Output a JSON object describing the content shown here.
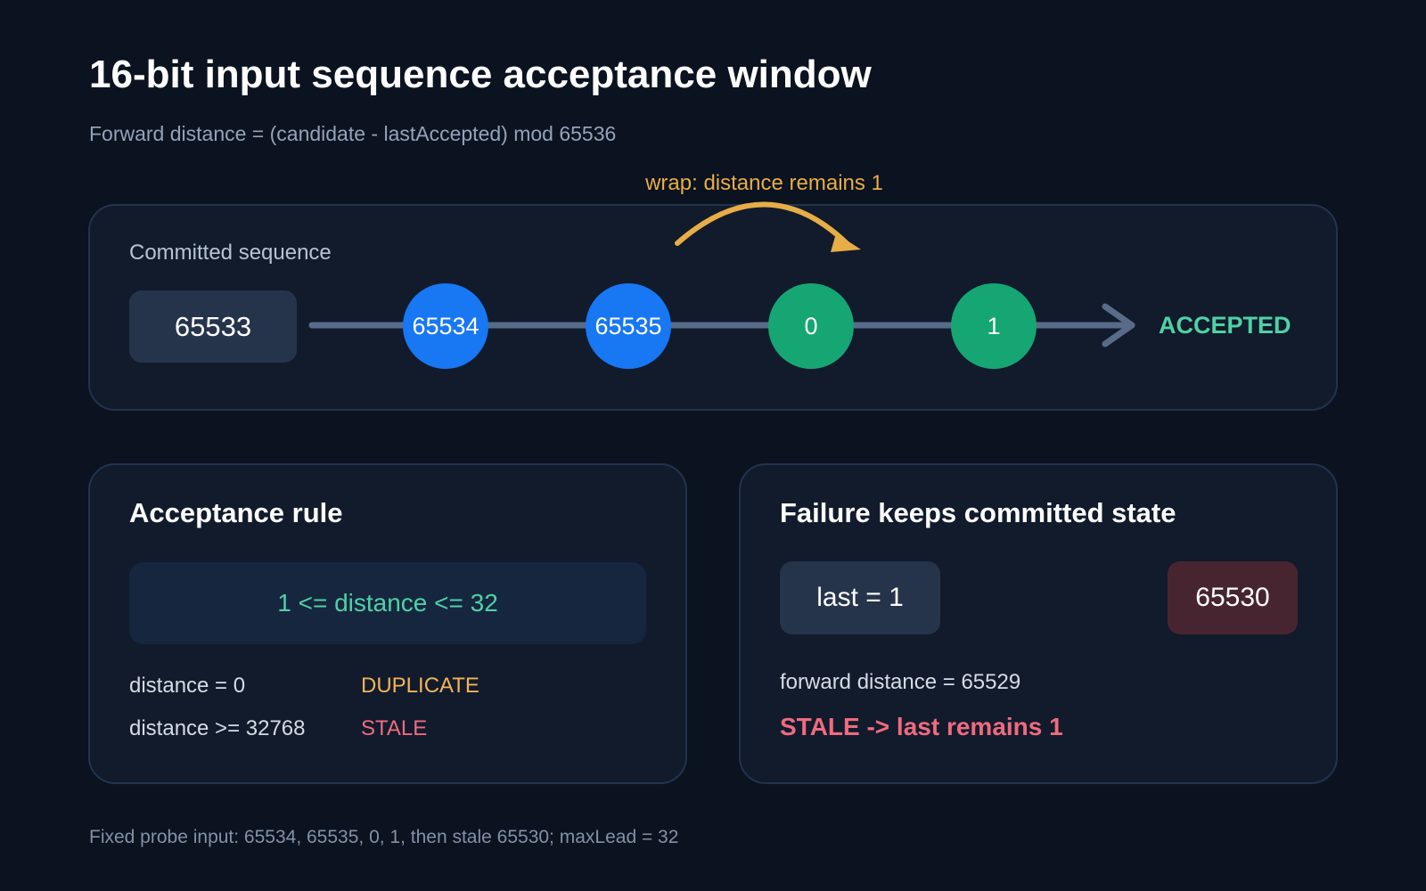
{
  "header": {
    "title": "16-bit input sequence acceptance window",
    "subtitle": "Forward distance = (candidate - lastAccepted) mod 65536"
  },
  "sequence": {
    "wrap_note": "wrap: distance remains 1",
    "label": "Committed sequence",
    "committed": "65533",
    "nodes": [
      "65534",
      "65535",
      "0",
      "1"
    ],
    "result": "ACCEPTED"
  },
  "rule": {
    "heading": "Acceptance rule",
    "formula": "1 <= distance <= 32",
    "rows": [
      {
        "condition": "distance = 0",
        "outcome": "DUPLICATE"
      },
      {
        "condition": "distance >= 32768",
        "outcome": "STALE"
      }
    ]
  },
  "failure": {
    "heading": "Failure keeps committed state",
    "last_box": "last = 1",
    "candidate_box": "65530",
    "distance_text": "forward distance = 65529",
    "result_text": "STALE -> last remains 1"
  },
  "footer": {
    "note": "Fixed probe input: 65534, 65535, 0, 1, then stale 65530; maxLead = 32"
  },
  "colors": {
    "background": "#0b1220",
    "panel": "#111b2c",
    "blue_node": "#1877f2",
    "green_node": "#16a673",
    "accepted": "#4fd1a5",
    "wrap_arrow": "#e7ad47",
    "stale": "#ef6b7f"
  }
}
